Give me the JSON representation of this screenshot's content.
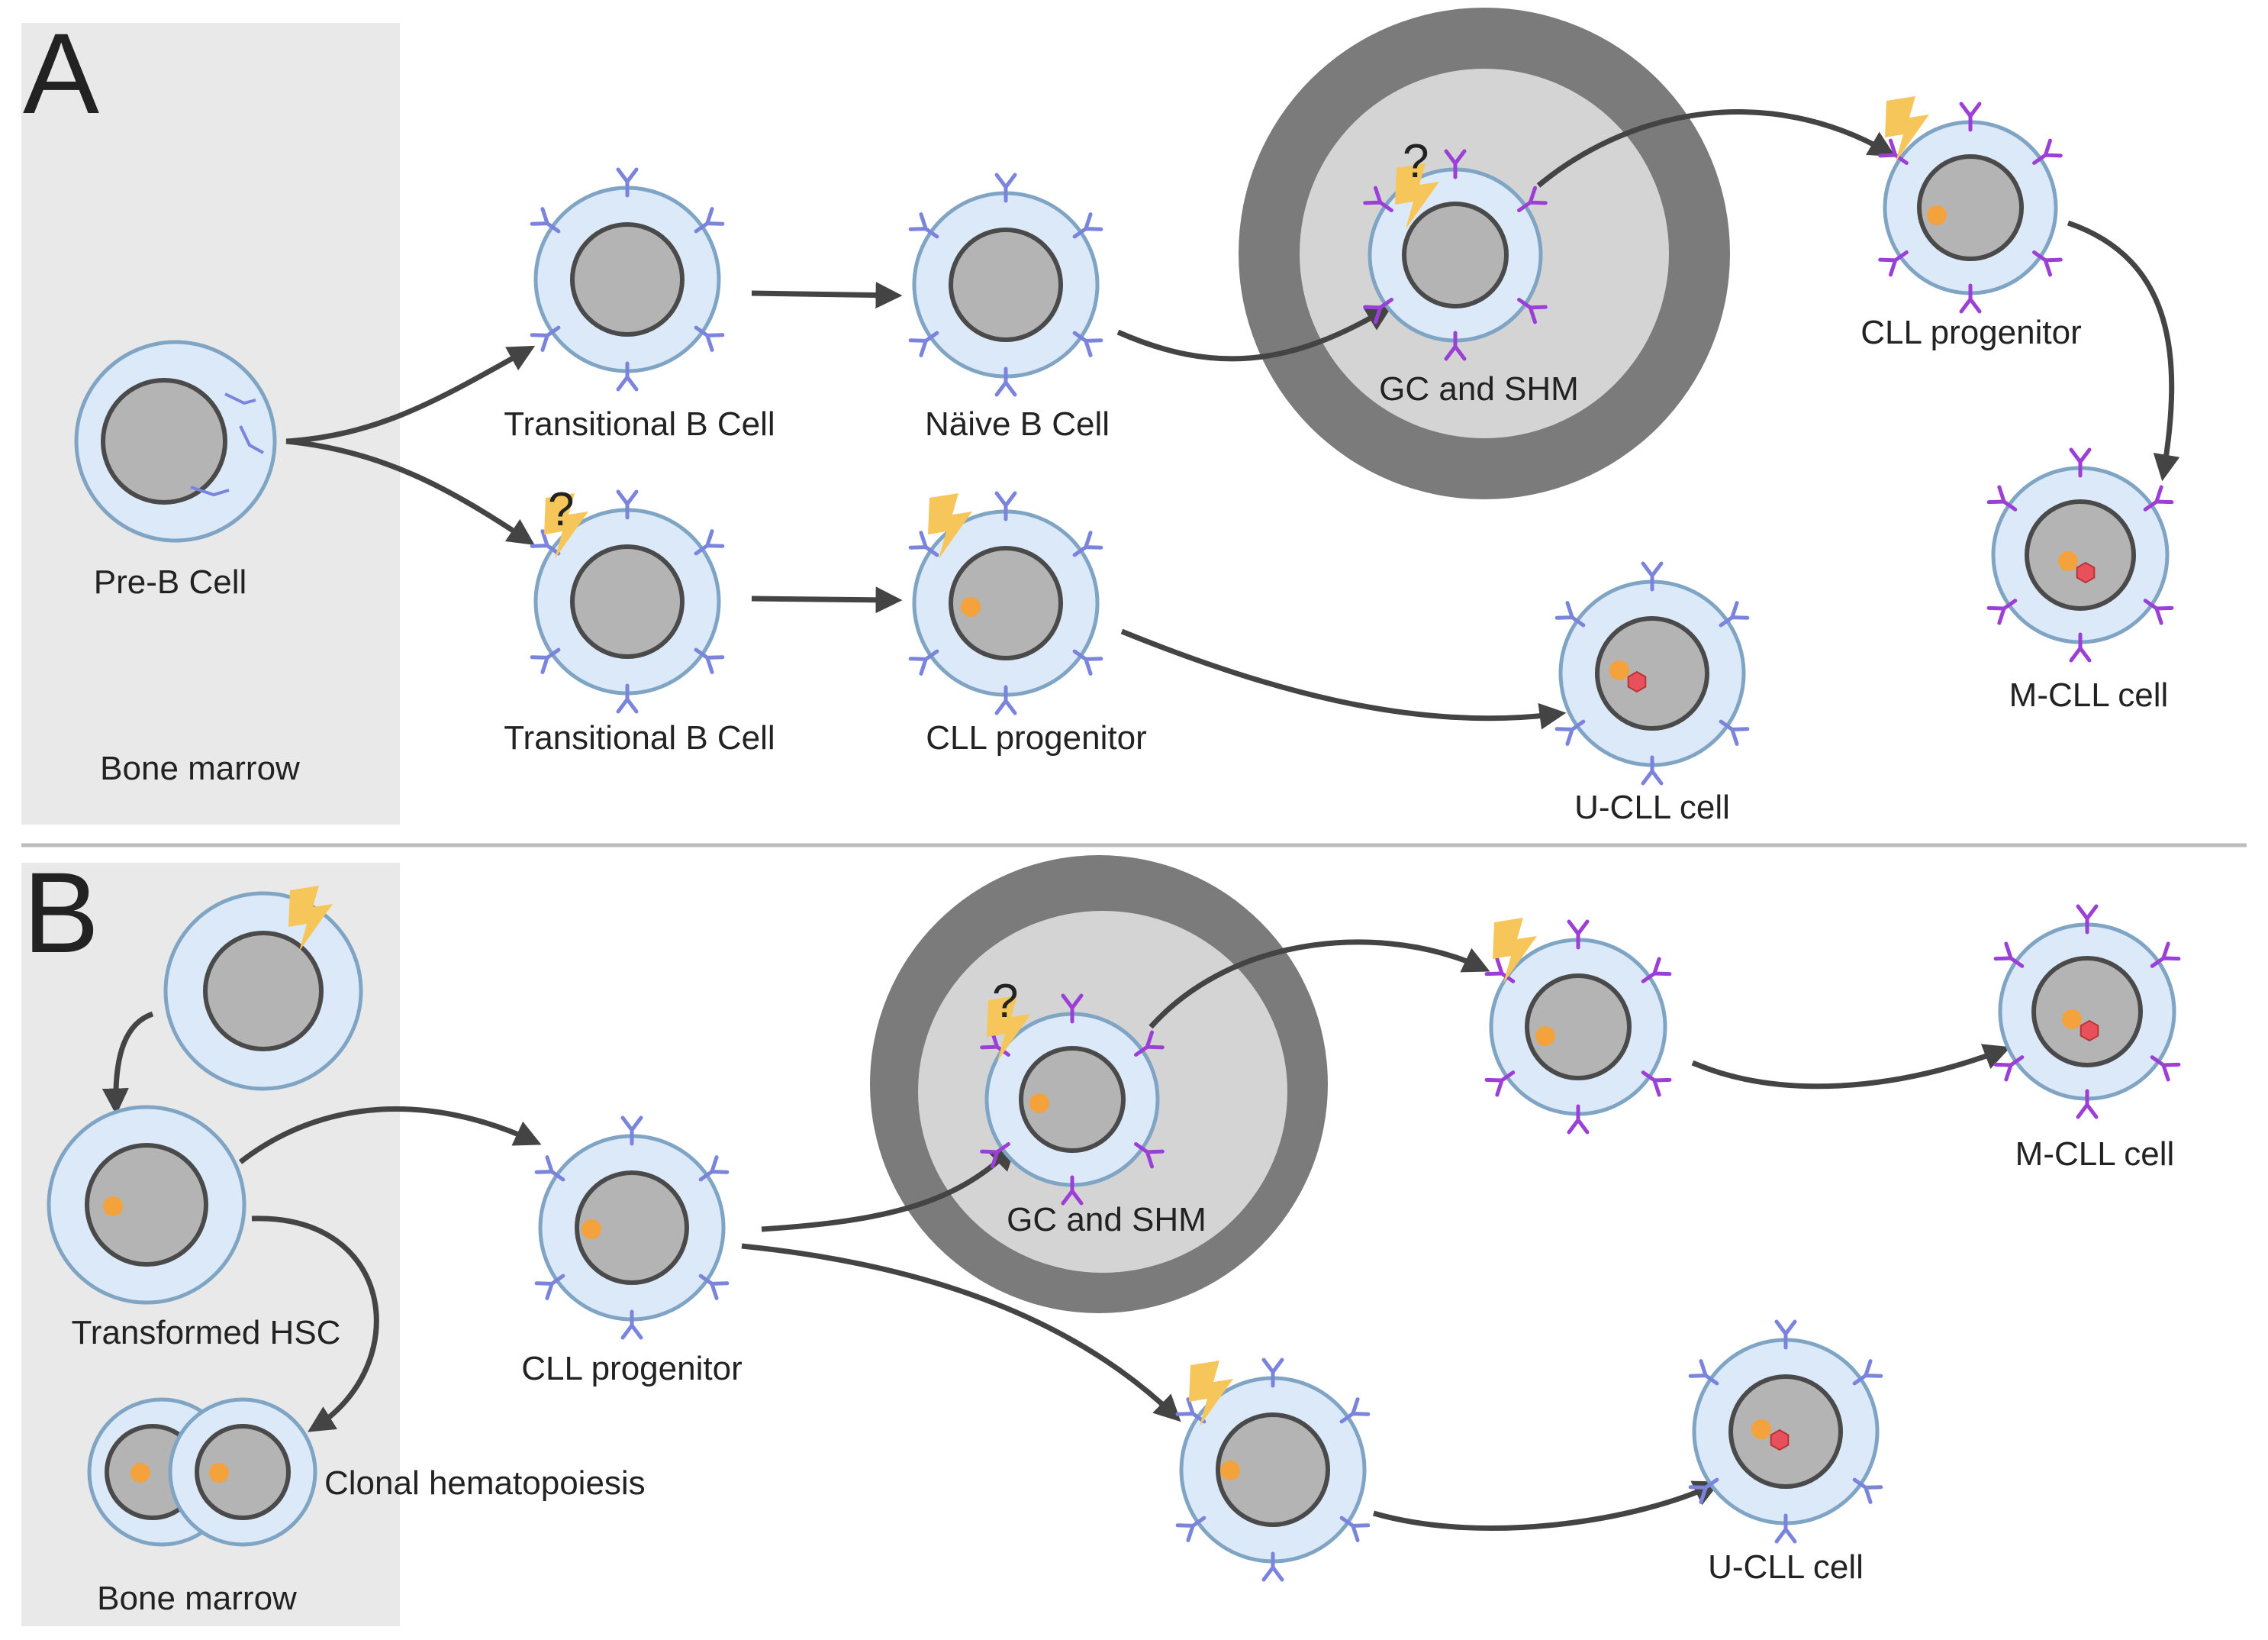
{
  "colors": {
    "bone_marrow_bg": "#e9e9e9",
    "cell_fill": "#dbe9f8",
    "cell_stroke": "#7fa4c4",
    "nucleus_fill": "#b4b4b4",
    "nucleus_stroke": "#4a4a4a",
    "receptor_blue": "#7a84dc",
    "receptor_purple": "#9b3fd6",
    "mutation_dot": "#f4a23c",
    "second_hit": "#e8505b",
    "lightning": "#f7c65a",
    "gc_outer": "#7b7b7b",
    "gc_inner": "#d4d4d4",
    "arrow": "#444444",
    "divider": "#bdbdbd"
  },
  "panels": [
    {
      "letter": "A",
      "bone_marrow_label": "Bone marrow",
      "labels": {
        "pre_b": "Pre-B Cell",
        "transitional_top": "Transitional B Cell",
        "naive": "Näive B Cell",
        "gc": "GC and SHM",
        "cll_prog_top": "CLL progenitor",
        "mcll": "M-CLL cell",
        "transitional_bottom": "Transitional B Cell",
        "cll_prog_bottom": "CLL progenitor",
        "ucll": "U-CLL cell"
      },
      "question_marks": [
        "?",
        "?"
      ]
    },
    {
      "letter": "B",
      "bone_marrow_label": "Bone marrow",
      "labels": {
        "hsc": "Transformed HSC",
        "clonal": "Clonal hematopoiesis",
        "cll_prog": "CLL progenitor",
        "gc": "GC and SHM",
        "mcll": "M-CLL cell",
        "ucll": "U-CLL cell"
      },
      "question_marks": [
        "?"
      ]
    }
  ]
}
